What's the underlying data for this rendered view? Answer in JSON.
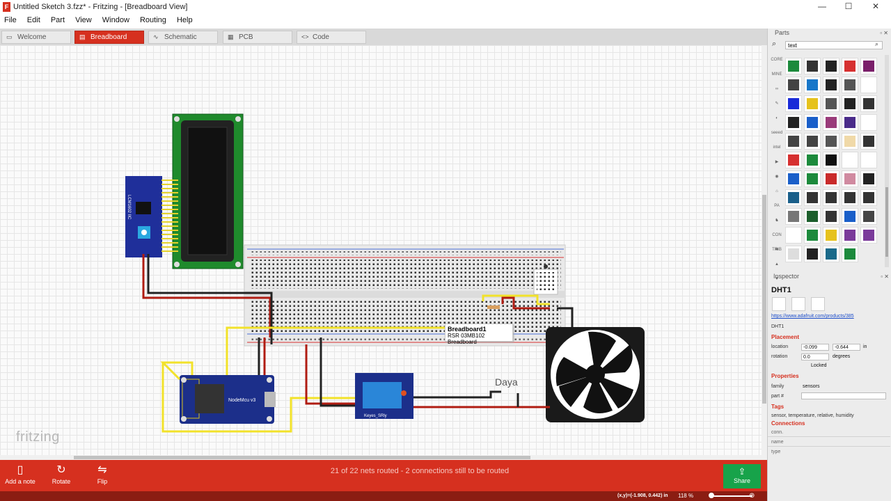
{
  "window": {
    "title": "Untitled Sketch 3.fzz* - Fritzing - [Breadboard View]",
    "controls": {
      "minimize": "—",
      "maximize": "☐",
      "close": "✕"
    }
  },
  "menu": [
    "File",
    "Edit",
    "Part",
    "View",
    "Window",
    "Routing",
    "Help"
  ],
  "tabs": [
    {
      "label": "Welcome",
      "icon": "▭"
    },
    {
      "label": "Breadboard",
      "icon": "▤"
    },
    {
      "label": "Schematic",
      "icon": "∿"
    },
    {
      "label": "PCB",
      "icon": "▦"
    },
    {
      "label": "Code",
      "icon": "<>"
    }
  ],
  "canvas": {
    "logo": "fritzing",
    "tooltip_title": "Breadboard1",
    "tooltip_sub": "RSR 03MB102 Breadboard",
    "label_daya": "Daya",
    "lcd_label": "LCM1602 IIC",
    "nodemcu_label": "NodeMcu v3",
    "relay_label": "Keyes_SRly"
  },
  "toolbar": {
    "add_note": "Add a note",
    "rotate": "Rotate",
    "flip": "Flip",
    "routing_status": "21 of 22 nets routed - 2 connections still to be routed",
    "share": "Share"
  },
  "statusbar": {
    "coords": "(x,y)=(-1.908, 0.442) in",
    "zoom": "118 %"
  },
  "parts_panel": {
    "title": "Parts",
    "search_value": "text",
    "bins": [
      "CORE",
      "MINE",
      "∞",
      "✎",
      "◐",
      "seeed",
      "intel",
      "▶",
      "◉",
      "⌂",
      "PA",
      "♞",
      "CON TRIB",
      "✱",
      "▲",
      "▼"
    ],
    "tiles": [
      "#1c8a3c",
      "#333333",
      "#222222",
      "#d63030",
      "#7a1f6a",
      "#444444",
      "#1877c9",
      "#222222",
      "#555555",
      "#ffffff",
      "#1a2bd8",
      "#e6c21c",
      "#555555",
      "#222222",
      "#333333",
      "#222222",
      "#1a5fc9",
      "#9a3b7a",
      "#4a2b8a",
      "#ffffff",
      "#444444",
      "#444444",
      "#555555",
      "#f0d9a8",
      "#333333",
      "#d63030",
      "#1c8a3c",
      "#111111",
      "#ffffff",
      "#ffffff",
      "#1a5fc9",
      "#1c8a3c",
      "#c92a2a",
      "#d08aa0",
      "#222222",
      "#1a5f8a",
      "#333333",
      "#333333",
      "#333333",
      "#333333",
      "#777777",
      "#1c5f2c",
      "#333333",
      "#1a5fc9",
      "#444444",
      "#ffffff",
      "#1c8a3c",
      "#e6c21c",
      "#7a3a9a",
      "#7a3a9a",
      "#dddddd",
      "#222222",
      "#1a6a8a",
      "#1c8a3c"
    ]
  },
  "inspector": {
    "header": "Inspector",
    "title": "DHT1",
    "link": "https://www.adafruit.com/products/385",
    "part_label": "DHT1",
    "placement": "Placement",
    "location_label": "location",
    "location_x": "-0.099",
    "location_y": "-0.644",
    "location_unit": "in",
    "rotation_label": "rotation",
    "rotation_value": "0.0",
    "rotation_unit": "degrees",
    "locked": "Locked",
    "properties": "Properties",
    "family_label": "family",
    "family_value": "sensors",
    "partno_label": "part #",
    "tags_header": "Tags",
    "tags": "sensor, temperature, relative, humidity",
    "connections": "Connections",
    "conn_label": "conn.",
    "name_label": "name",
    "type_label": "type"
  }
}
